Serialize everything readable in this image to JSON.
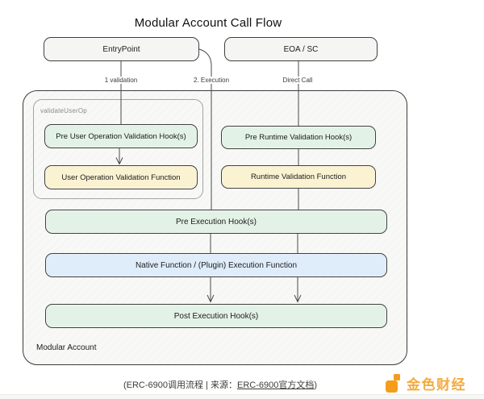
{
  "title": "Modular Account Call Flow",
  "nodes": {
    "entry_point": "EntryPoint",
    "eoa_sc": "EOA / SC",
    "validate_userop_group_label": "validateUserOp",
    "pre_userop_validation_hooks": "Pre User Operation Validation Hook(s)",
    "userop_validation_function": "User Operation Validation Function",
    "pre_runtime_validation_hooks": "Pre Runtime Validation Hook(s)",
    "runtime_validation_function": "Runtime Validation Function",
    "pre_execution_hooks": "Pre Execution Hook(s)",
    "native_plugin_execution_function": "Native Function / (Plugin) Execution Function",
    "post_execution_hooks": "Post Execution Hook(s)",
    "modular_account_label": "Modular Account"
  },
  "edge_labels": {
    "validation": "1 validation",
    "execution": "2. Execution",
    "direct_call": "Direct Call"
  },
  "footer": {
    "caption_prefix": "(ERC-6900调用流程 | 来源：",
    "caption_link": "ERC-6900官方文档",
    "caption_suffix": ")",
    "logo_text": "金色财经"
  },
  "colors": {
    "hook_green": "#e3f2e6",
    "validation_yellow": "#fbf2d2",
    "execution_blue": "#dfedfb",
    "node_gray": "#f5f5f4",
    "line_gray": "#4a4a4a",
    "logo_orange": "#f49d1b"
  }
}
